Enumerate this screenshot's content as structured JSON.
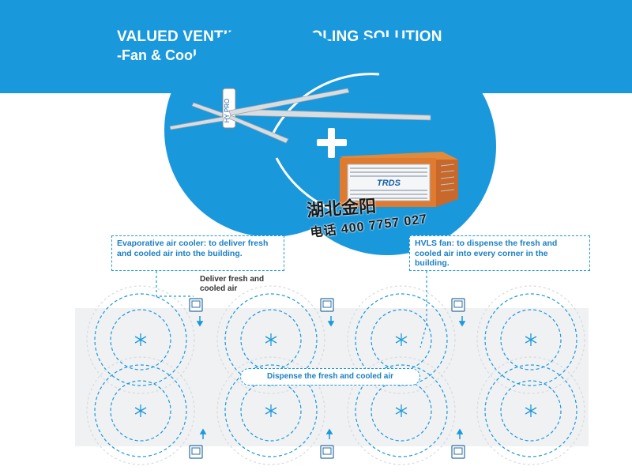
{
  "header": {
    "title_line1": "VALUED VENTILATION  COOLING SOLUTION",
    "title_line2": "-Fan & Cooler Combo",
    "bg_color": "#1a98dc"
  },
  "diagram": {
    "callout_left": "Evaporative air cooler: to deliver fresh and cooled air into the building.",
    "callout_right": "HVLS fan: to dispense the fresh and cooled air into every corner in the building.",
    "label_deliver": "Deliver fresh and\ncooled air",
    "label_dispense": "Dispense the fresh and cooled air",
    "fan_label": "HVLS fan",
    "cooler_label": "evaporative air cooler",
    "plus_icon": "plus-icon",
    "accent_color": "#1a98dc"
  },
  "watermark": {
    "line1": "湖北金阳",
    "line2": "电话 400 7757 027"
  }
}
